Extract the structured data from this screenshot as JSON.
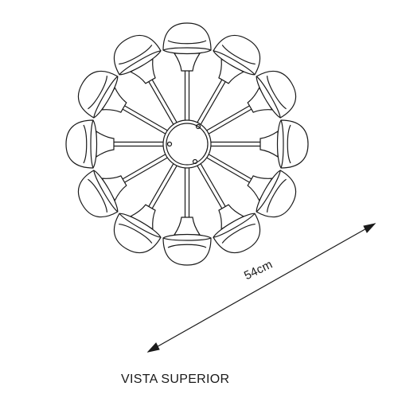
{
  "diagram": {
    "dimension_label": "54cm",
    "view_label": "VISTA SUPERIOR",
    "arm_count": 12
  },
  "colors": {
    "line": "#1a1a1a",
    "background": "#ffffff"
  }
}
